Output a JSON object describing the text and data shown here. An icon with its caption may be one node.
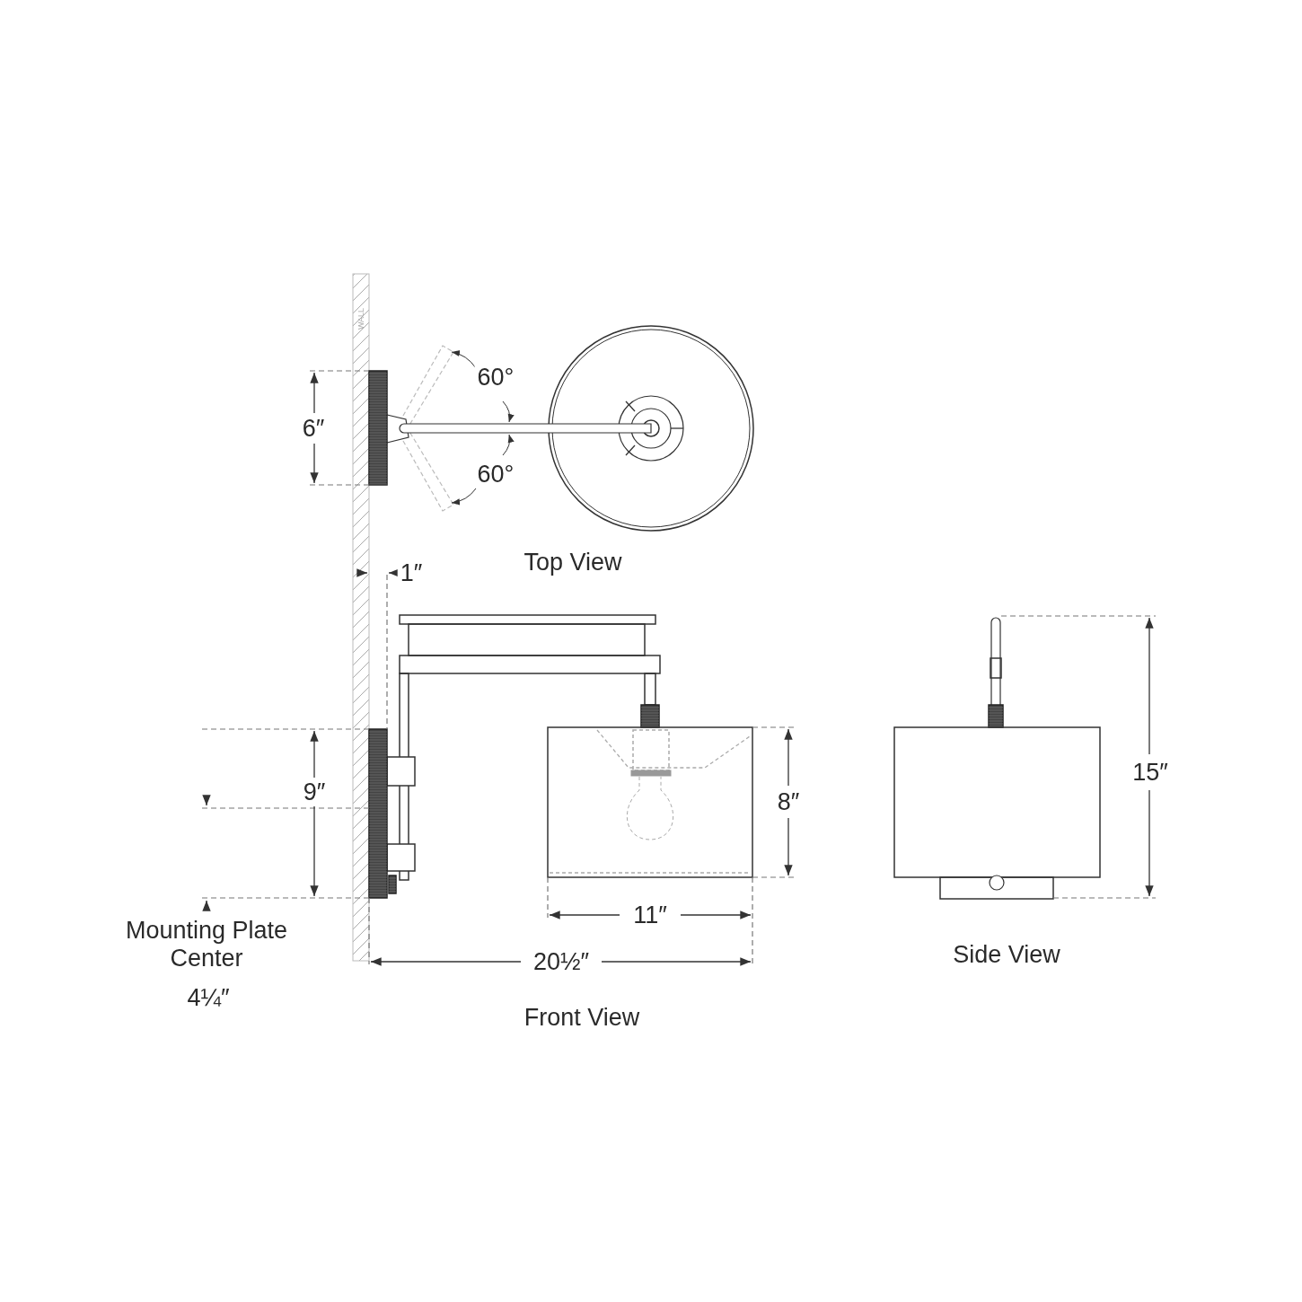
{
  "diagram": {
    "labels": [
      "WALL",
      "60°",
      "6″",
      "60°",
      "Top View",
      "1″",
      "15″",
      "8″",
      "9″",
      "Mounting Plate Center",
      "11″",
      "Side View",
      "20½″",
      "4¼″",
      "Front View"
    ]
  }
}
